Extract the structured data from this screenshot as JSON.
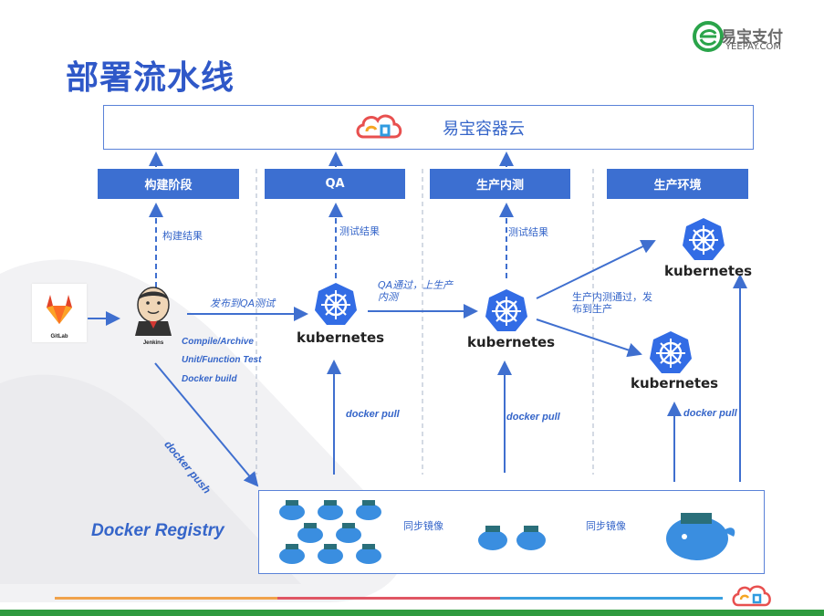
{
  "slide_title": "部署流水线",
  "brand": {
    "name_cn": "易宝支付",
    "name_en": "YEEPAY.COM"
  },
  "cloud": {
    "label": "易宝容器云"
  },
  "stages": [
    "构建阶段",
    "QA",
    "生产内测",
    "生产环境"
  ],
  "tools": {
    "gitlab": "GitLab",
    "jenkins": "Jenkins"
  },
  "labels": {
    "build_result": "构建结果",
    "test_result_1": "测试结果",
    "test_result_2": "测试结果",
    "deploy_qa": "发布到QA测试",
    "qa_passed": "QA通过，上生产内测",
    "prod_test_passed": "生产内测通过，发布到生产",
    "jenkins_steps": [
      "Compile/Archive",
      "Unit/Function Test",
      "Docker build"
    ],
    "docker_push": "docker push",
    "docker_pull_1": "docker pull",
    "docker_pull_2": "docker pull",
    "docker_pull_3": "docker pull",
    "sync_image_1": "同步镜像",
    "sync_image_2": "同步镜像"
  },
  "kubernetes_label": "kubernetes",
  "registry": {
    "label": "Docker Registry"
  },
  "colors": {
    "accent": "#3c6fd1",
    "arrow": "#3f6fcf",
    "k8s": "#326ce5",
    "docker": "#3a8ee0"
  }
}
